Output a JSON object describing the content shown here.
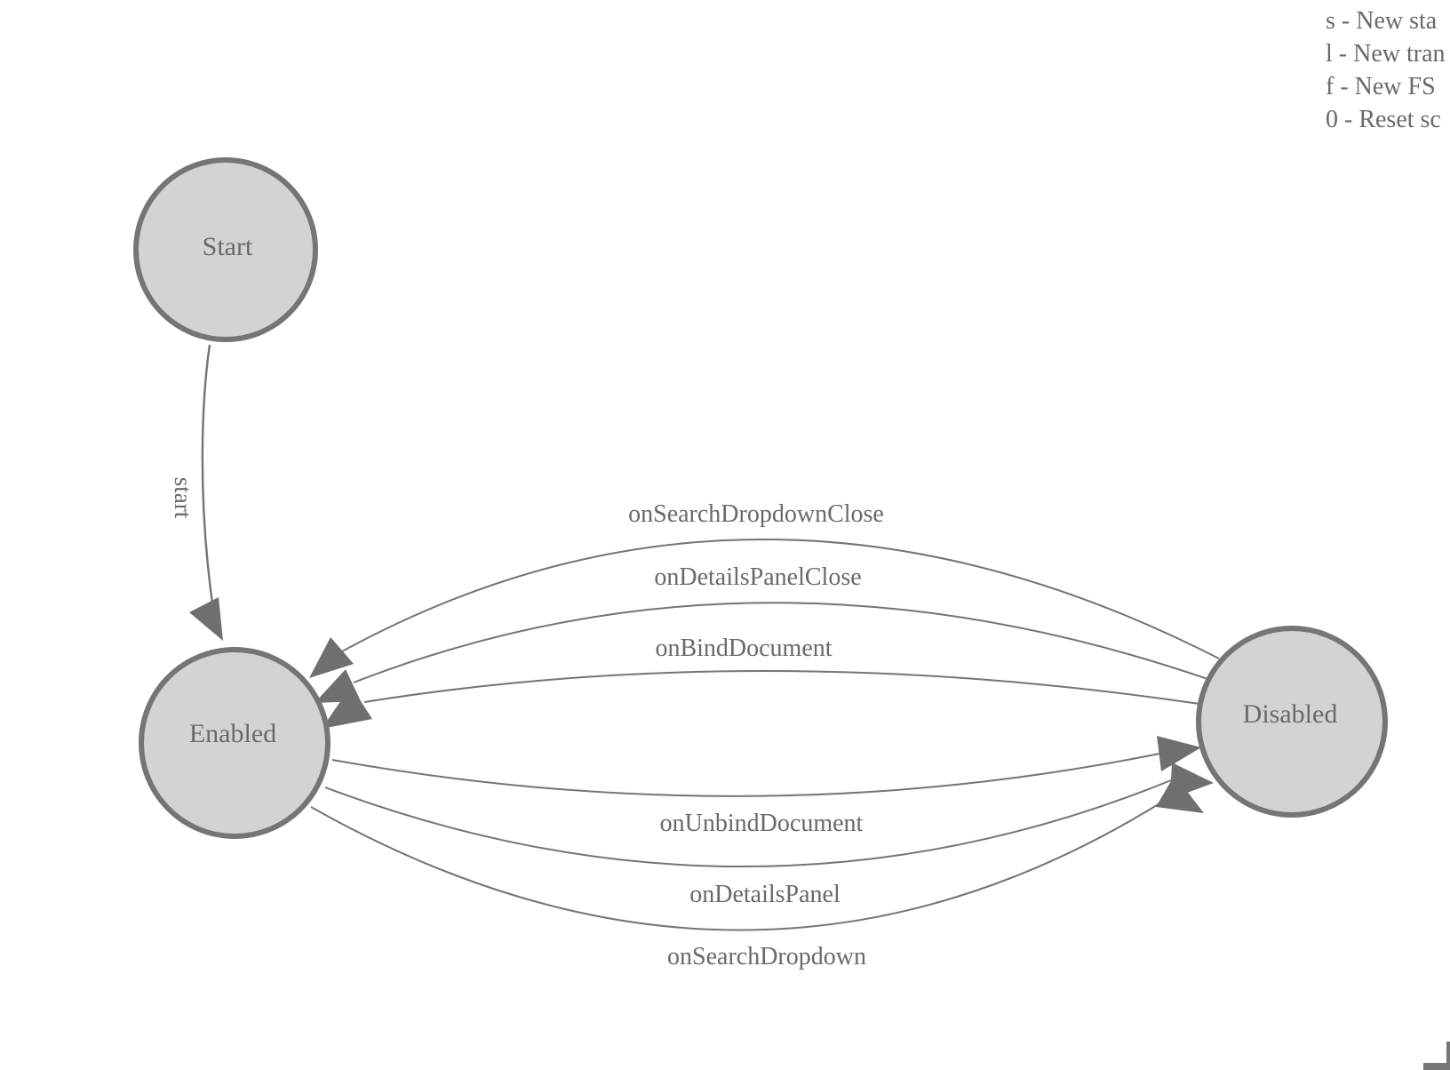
{
  "diagram": {
    "states": [
      {
        "id": "start",
        "label": "Start"
      },
      {
        "id": "enabled",
        "label": "Enabled"
      },
      {
        "id": "disabled",
        "label": "Disabled"
      }
    ],
    "transitions": [
      {
        "label": "start",
        "from": "Start",
        "to": "Enabled"
      },
      {
        "label": "onSearchDropdownClose",
        "from": "Disabled",
        "to": "Enabled"
      },
      {
        "label": "onDetailsPanelClose",
        "from": "Disabled",
        "to": "Enabled"
      },
      {
        "label": "onBindDocument",
        "from": "Disabled",
        "to": "Enabled"
      },
      {
        "label": "onUnbindDocument",
        "from": "Enabled",
        "to": "Disabled"
      },
      {
        "label": "onDetailsPanel",
        "from": "Enabled",
        "to": "Disabled"
      },
      {
        "label": "onSearchDropdown",
        "from": "Enabled",
        "to": "Disabled"
      }
    ],
    "colors": {
      "state_fill": "#d3d3d3",
      "state_stroke": "#757577",
      "edge_line": "#747476",
      "label_text": "#69696b"
    }
  },
  "legend": {
    "items": [
      "s - New sta",
      "l - New tran",
      "f - New FS",
      "0 - Reset sc"
    ]
  }
}
